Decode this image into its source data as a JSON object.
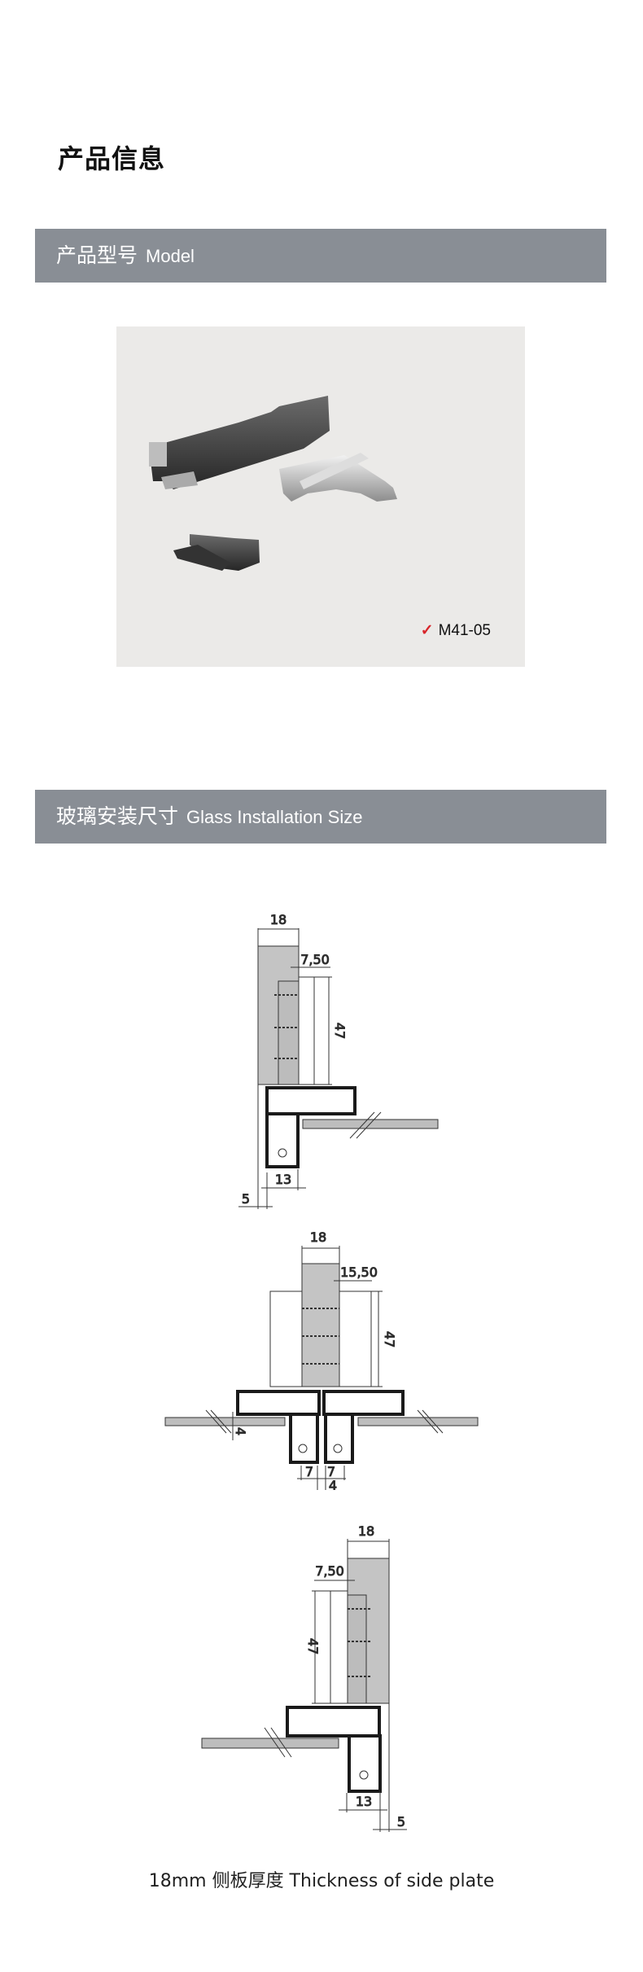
{
  "header": {
    "title": "产品信息"
  },
  "sections": [
    {
      "zh": "产品型号",
      "en": "Model"
    },
    {
      "zh": "玻璃安装尺寸",
      "en": "Glass Installation Size"
    }
  ],
  "product": {
    "model_label": "M41-05",
    "check_icon": "checkmark-icon",
    "accent": "#d8262b"
  },
  "diagrams": {
    "d1": {
      "w": "18",
      "offset": "7,50",
      "h": "47",
      "depth": "13",
      "gap": "5"
    },
    "d2": {
      "w": "18",
      "offset": "15,50",
      "h": "47",
      "glass": "4",
      "left": "7",
      "right": "7",
      "gap": "4"
    },
    "d3": {
      "w": "18",
      "offset": "7,50",
      "h": "47",
      "depth": "13",
      "gap": "5"
    }
  },
  "caption": "18mm 侧板厚度 Thickness of side plate"
}
